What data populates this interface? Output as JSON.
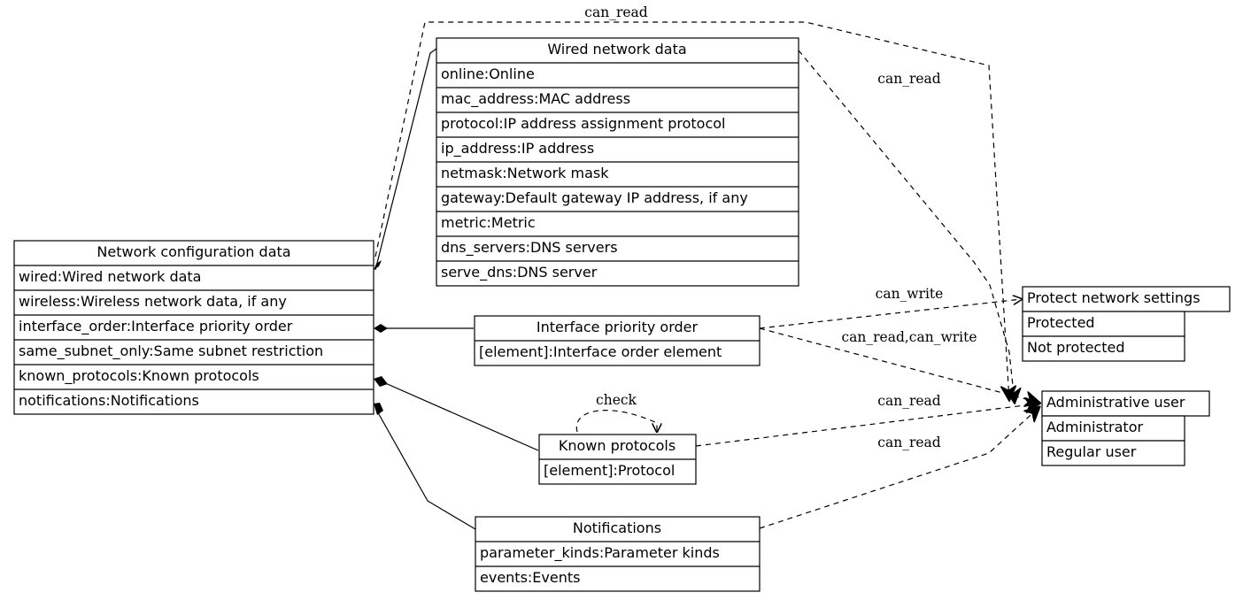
{
  "nodes": {
    "network_config": {
      "title": "Network configuration data",
      "rows": [
        "wired:Wired network data",
        "wireless:Wireless network data, if any",
        "interface_order:Interface priority order",
        "same_subnet_only:Same subnet restriction",
        "known_protocols:Known protocols",
        "notifications:Notifications"
      ]
    },
    "wired": {
      "title": "Wired network data",
      "rows": [
        "online:Online",
        "mac_address:MAC address",
        "protocol:IP address assignment protocol",
        "ip_address:IP address",
        "netmask:Network mask",
        "gateway:Default gateway IP address, if any",
        "metric:Metric",
        "dns_servers:DNS servers",
        "serve_dns:DNS server"
      ]
    },
    "interface_order": {
      "title": "Interface priority order",
      "rows": [
        "[element]:Interface order element"
      ]
    },
    "known_protocols": {
      "title": "Known protocols",
      "rows": [
        "[element]:Protocol"
      ]
    },
    "notifications": {
      "title": "Notifications",
      "rows": [
        "parameter_kinds:Parameter kinds",
        "events:Events"
      ]
    },
    "protect": {
      "title": "Protect network settings",
      "rows": [
        "Protected",
        "Not protected"
      ]
    },
    "admin_user": {
      "title": "Administrative user",
      "rows": [
        "Administrator",
        "Regular user"
      ]
    }
  },
  "edge_labels": {
    "top_can_read": "can_read",
    "wired_can_read": "can_read",
    "iface_can_write": "can_write",
    "iface_can_read_write": "can_read,can_write",
    "check": "check",
    "known_can_read": "can_read",
    "notif_can_read": "can_read"
  }
}
